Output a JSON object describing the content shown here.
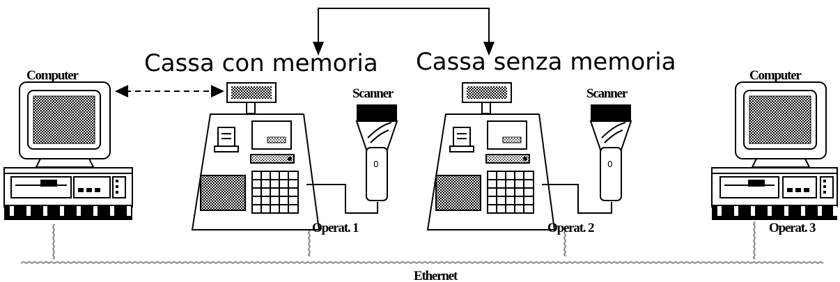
{
  "diagram": {
    "register_with_memory": "Cassa con memoria",
    "register_without_memory": "Cassa senza memoria",
    "computer_left": "Computer",
    "computer_right": "Computer",
    "scanner_1": "Scanner",
    "scanner_2": "Scanner",
    "operator_1": "Operat. 1",
    "operator_2": "Operat. 2",
    "operator_3": "Operat. 3",
    "network": "Ethernet"
  }
}
